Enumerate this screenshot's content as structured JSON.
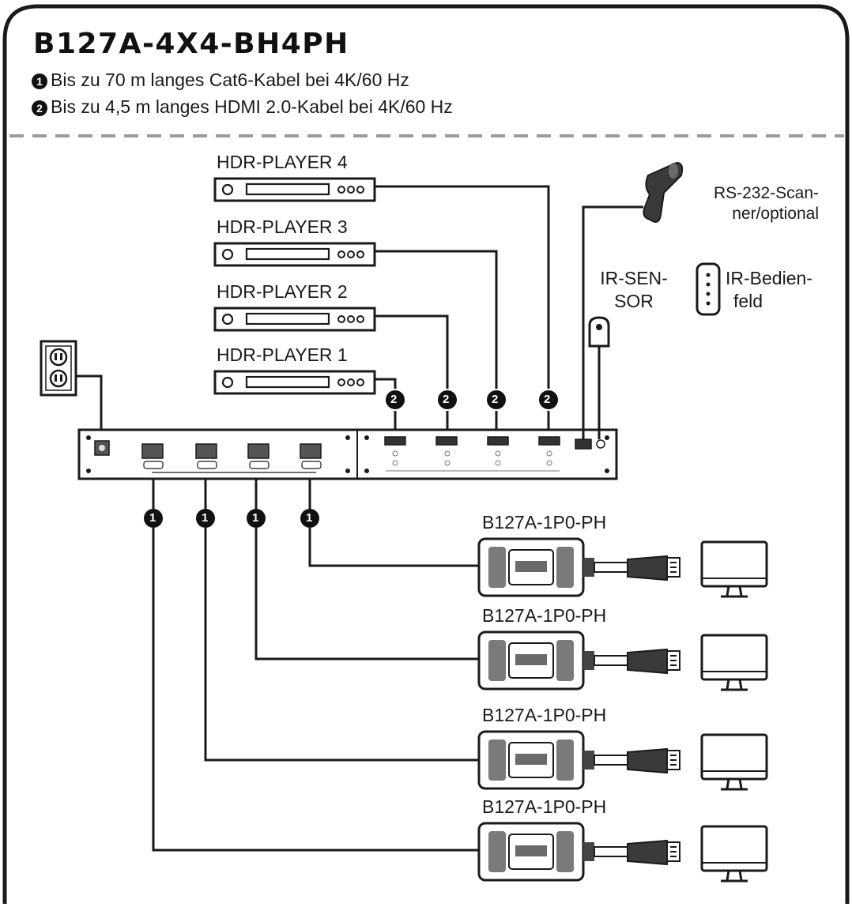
{
  "header": {
    "title": "B127A-4X4-BH4PH",
    "notes": [
      {
        "marker": "1",
        "text": "Bis zu 70 m langes Cat6-Kabel bei 4K/60 Hz"
      },
      {
        "marker": "2",
        "text": "Bis zu 4,5 m langes HDMI 2.0-Kabel bei 4K/60 Hz"
      }
    ]
  },
  "sources": [
    {
      "label": "HDR-PLAYER 4"
    },
    {
      "label": "HDR-PLAYER 3"
    },
    {
      "label": "HDR-PLAYER 2"
    },
    {
      "label": "HDR-PLAYER 1"
    }
  ],
  "peripherals": {
    "scanner_line1": "RS-232-Scan-",
    "scanner_line2": "ner/optional",
    "ir_sensor_line1": "IR-SEN-",
    "ir_sensor_line2": "SOR",
    "ir_panel_line1": "IR-Bedien-",
    "ir_panel_line2": "feld"
  },
  "receivers": [
    {
      "label": "B127A-1P0-PH"
    },
    {
      "label": "B127A-1P0-PH"
    },
    {
      "label": "B127A-1P0-PH"
    },
    {
      "label": "B127A-1P0-PH"
    }
  ],
  "markers": {
    "cat6": "1",
    "hdmi": "2"
  },
  "colors": {
    "line": "#1a1a1a",
    "dash": "#9a9a9a",
    "fill_light": "#f4f4f4"
  }
}
